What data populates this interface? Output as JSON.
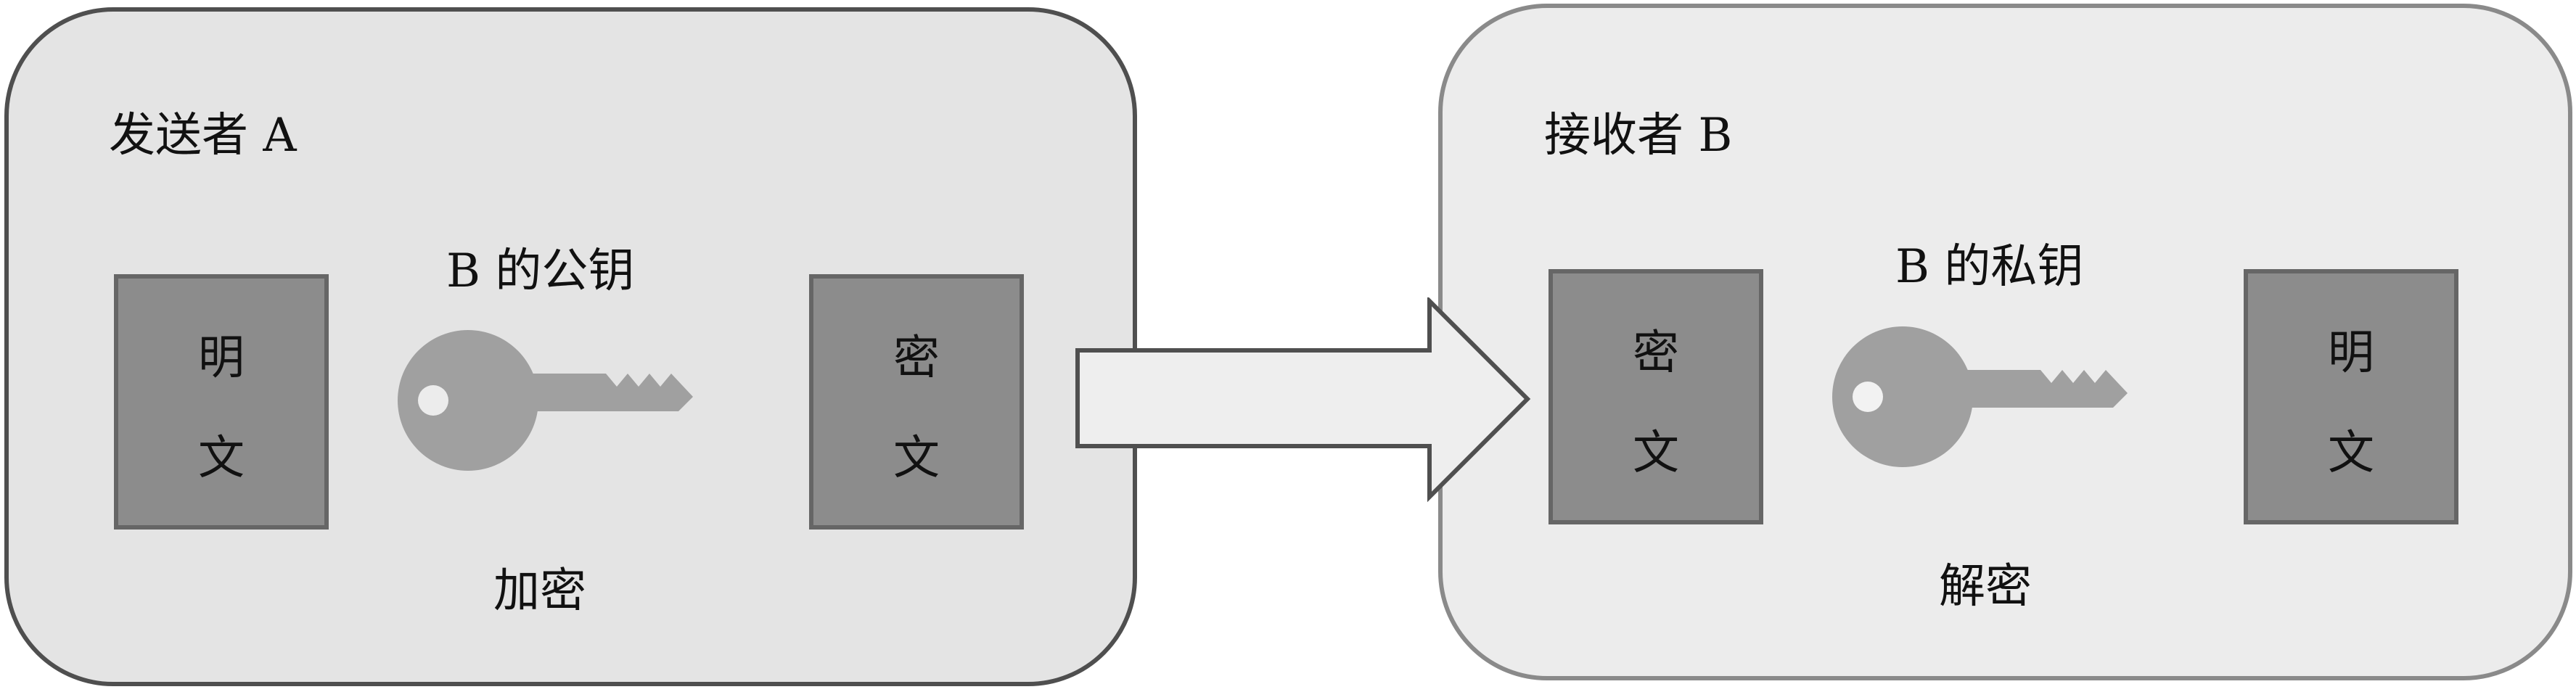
{
  "sender": {
    "title": "发送者 A",
    "key_label": "B 的公钥",
    "operation": "加密",
    "input_doc": {
      "line1": "明",
      "line2": "文"
    },
    "output_doc": {
      "line1": "密",
      "line2": "文"
    }
  },
  "receiver": {
    "title": "接收者 B",
    "key_label": "B 的私钥",
    "operation": "解密",
    "input_doc": {
      "line1": "密",
      "line2": "文"
    },
    "output_doc": {
      "line1": "明",
      "line2": "文"
    }
  },
  "icons": {
    "key": "key-icon",
    "arrow": "right-arrow-icon"
  },
  "colors": {
    "panel_a_fill": "#e4e4e4",
    "panel_b_fill": "#ececec",
    "doc_fill": "#8c8c8c",
    "key_fill": "#a0a0a0",
    "arrow_fill": "#eeeeee"
  }
}
